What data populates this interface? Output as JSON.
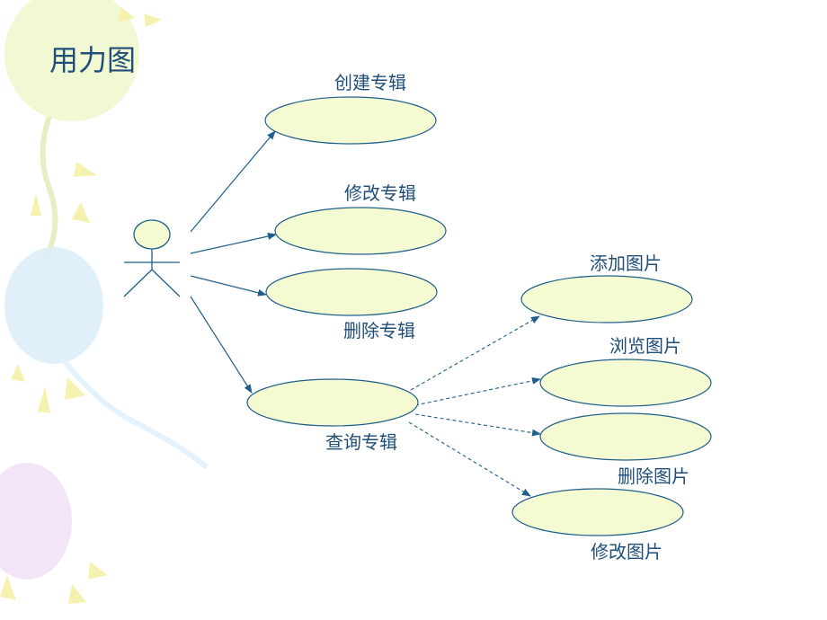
{
  "title": "用力图",
  "colors": {
    "ellipse_fill": "#f4fbd3",
    "stroke": "#1f5f8b",
    "text": "#1f4e79",
    "balloon_green": "#eef7cf",
    "balloon_blue": "#dbeefa",
    "balloon_purple": "#f1e2f7",
    "spark_yellow": "#f5f2b0"
  },
  "use_cases": {
    "create_album": "创建专辑",
    "edit_album": "修改专辑",
    "delete_album": "删除专辑",
    "query_album": "查询专辑",
    "add_picture": "添加图片",
    "browse_picture": "浏览图片",
    "delete_picture": "删除图片",
    "edit_picture": "修改图片"
  }
}
